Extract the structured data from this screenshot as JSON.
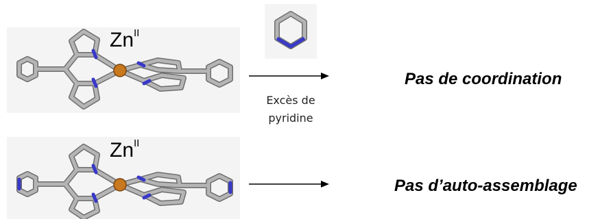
{
  "metal_label": {
    "element": "Zn",
    "oxidation": "II"
  },
  "reagent": {
    "line1": "Excès de",
    "line2": "pyridine"
  },
  "outcomes": {
    "top": "Pas de coordination",
    "bottom": "Pas d’auto-assemblage"
  },
  "colors": {
    "bond": "#b5b5b5",
    "bond_edge": "#6e6e6e",
    "nitrogen": "#3838c8",
    "zinc": "#c8781e",
    "arrow": "#000000"
  }
}
